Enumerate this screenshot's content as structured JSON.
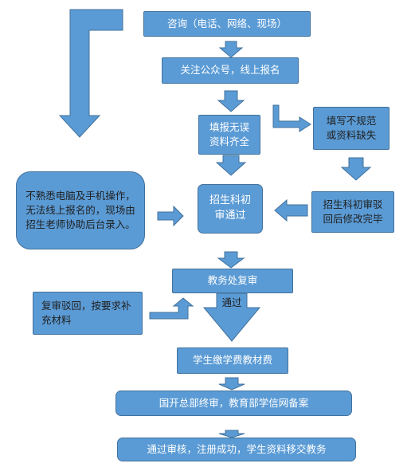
{
  "colors": {
    "fill": "#5b9bd5",
    "stroke": "#41719c",
    "text": "#ffffff",
    "dark_text": "#1f1f1f"
  },
  "nodes": {
    "consult": "咨询（电话、网络、现场）",
    "follow": "关注公众号，线上报名",
    "fill_ok": "填报无误资料齐全",
    "fill_bad": "填写不规范或资料缺失",
    "offline": "不熟悉电脑及手机操作，无法线上报名的，现场由招生老师协助后台录入。",
    "first_review": "招生科初审通过",
    "reject_fix": "招生科初审驳回后修改完毕",
    "second_review": "教务处复审",
    "pass_label": "通过",
    "resubmit": "复审驳回，按要求补充材料",
    "pay": "学生缴学费教材费",
    "final_review": "国开总部终审，教育部学信网备案",
    "done": "通过审核，注册成功，学生资料移交教务"
  }
}
